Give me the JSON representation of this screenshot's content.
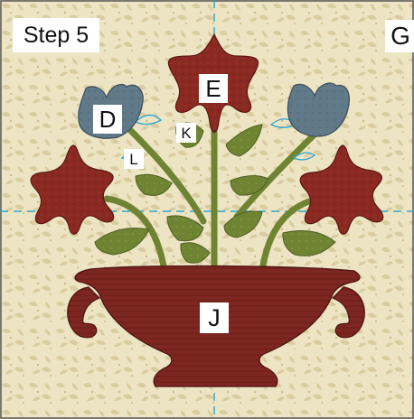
{
  "figure": {
    "step_label": "Step 5",
    "corner_label": "G",
    "piece_labels": {
      "e": "E",
      "d": "D",
      "k": "K",
      "l": "L",
      "j": "J"
    }
  },
  "colors": {
    "background": "#ede4c4",
    "background_pattern": "#d9cca0",
    "red_fabric": "#8a2a22",
    "red_dark": "#6e1e18",
    "blue_fabric": "#617a8a",
    "green_fabric": "#6f8433",
    "green_dark": "#56692a",
    "guide_line": "#2aa6cf",
    "border": "#555555"
  }
}
